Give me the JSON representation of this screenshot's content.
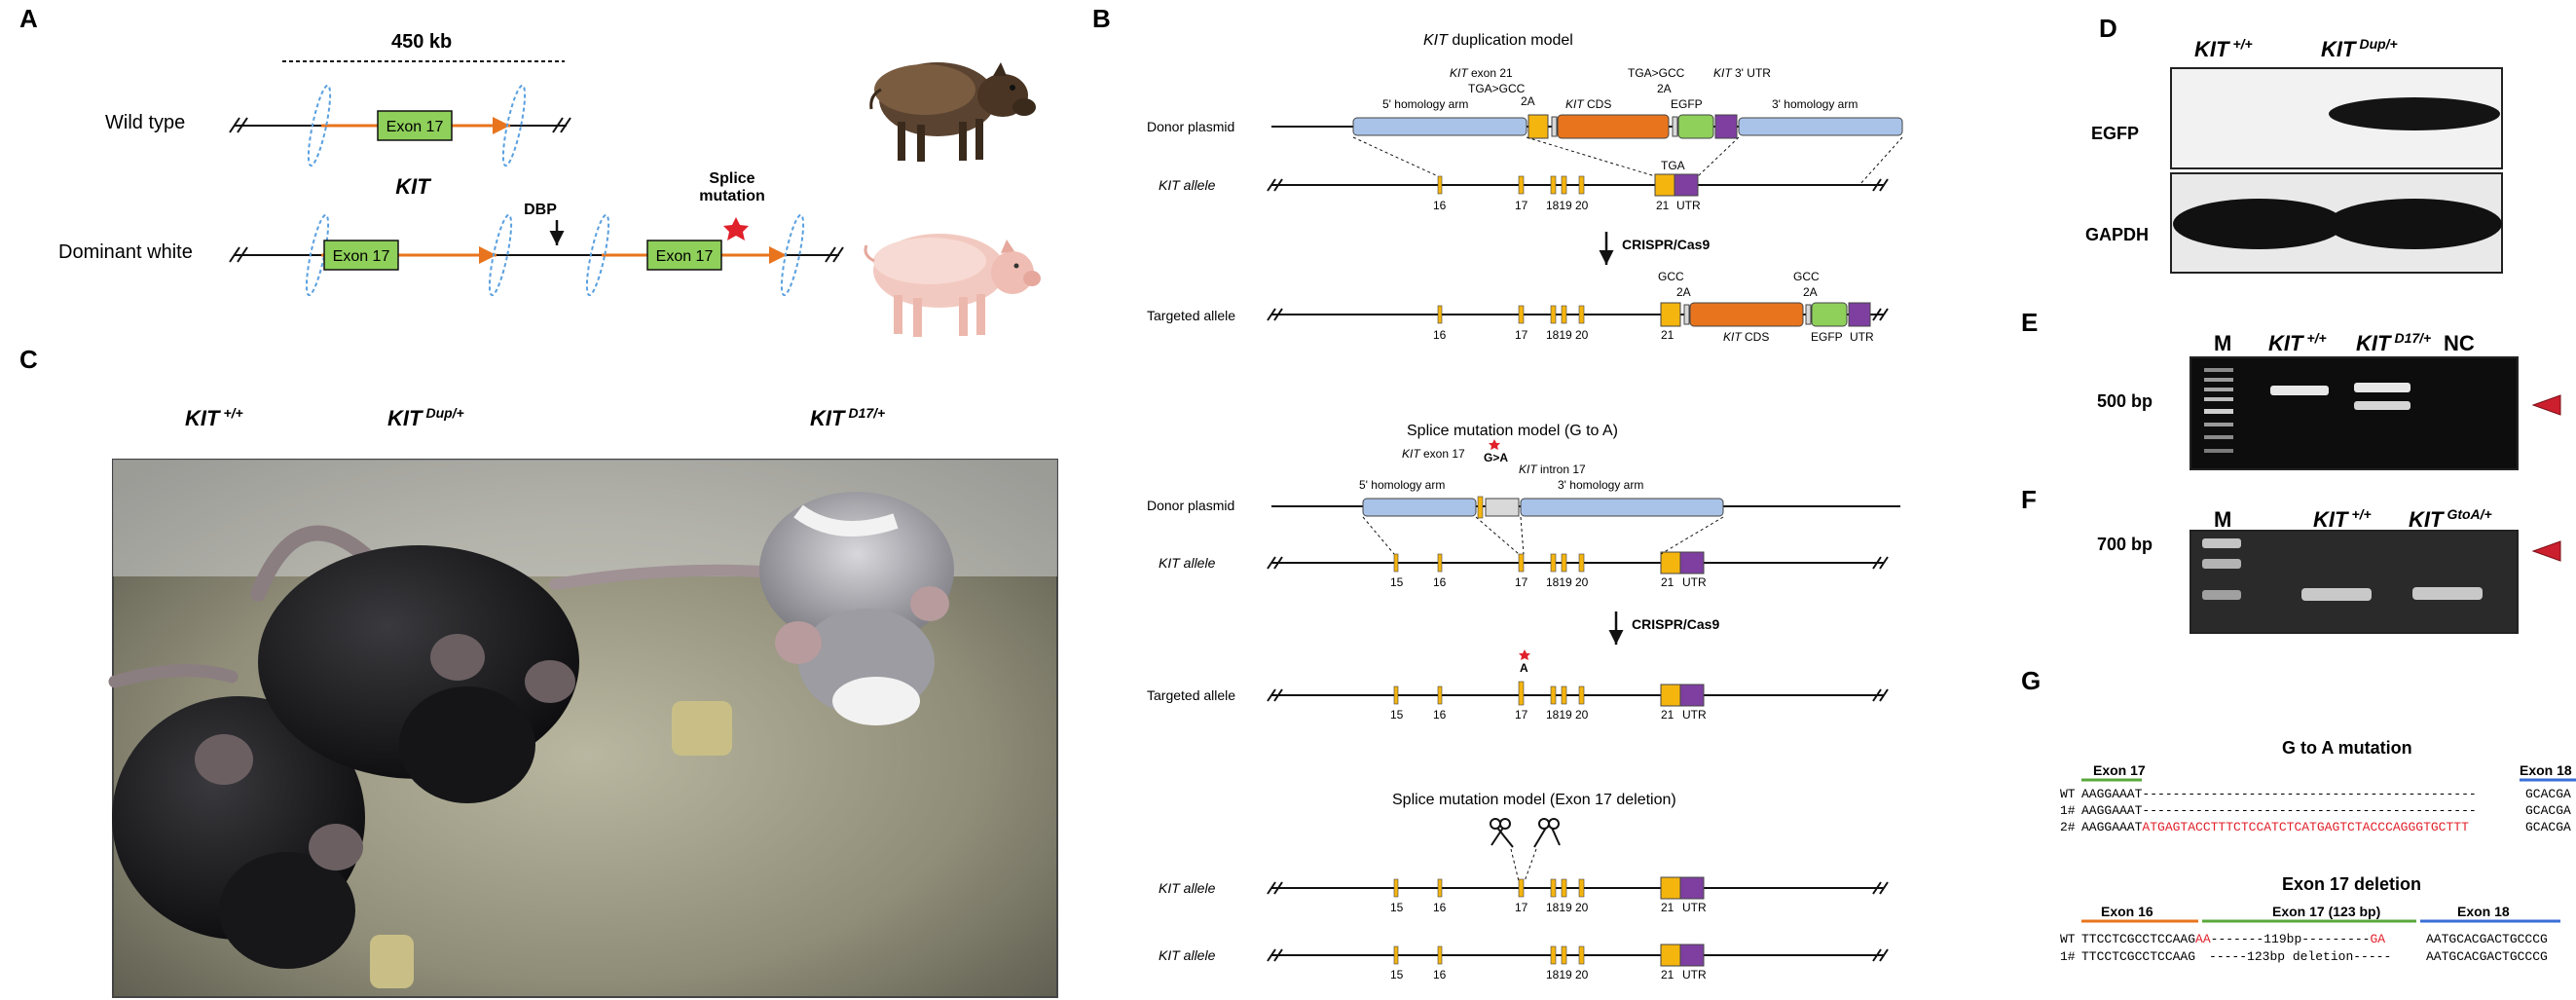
{
  "colors": {
    "exon": "#8ed05a",
    "arrow": "#e8741e",
    "loxp": "#5aa0e0",
    "homology_arm": "#a9c3e8",
    "kit_exon": "#f5b50f",
    "utr": "#7e3fa0",
    "kit_cds": "#e8741e",
    "egfp": "#8ed05a",
    "red_mark": "#e0202a",
    "gel_bg": "#0d0d0d",
    "wb_bg": "#f2f2f2"
  },
  "panel_a": {
    "label": "A",
    "scale": "450 kb",
    "wild_type": "Wild type",
    "exon_label": "Exon 17",
    "gene": "KIT",
    "dominant_white": "Dominant white",
    "dbp": "DBP",
    "splice1": "Splice",
    "splice2": "mutation",
    "boar_icon": "wild-boar-photo",
    "pig_icon": "white-pig-photo"
  },
  "panel_b": {
    "label": "B",
    "dup_title_italic": "KIT",
    "dup_title_rest": " duplication model",
    "donor": "Donor plasmid",
    "kit_allele": "KIT allele",
    "targeted": "Targeted allele",
    "arm5": "5' homology arm",
    "arm3": "3' homology arm",
    "kit_exon21": "KIT exon 21",
    "tga_gcc": "TGA>GCC",
    "two_a": "2A",
    "kit_cds": "KIT CDS",
    "egfp": "EGFP",
    "kit_3utr": "KIT 3' UTR",
    "tga": "TGA",
    "gcc": "GCC",
    "utr": "UTR",
    "crispr": "CRISPR/Cas9",
    "ex15": "15",
    "ex16": "16",
    "ex17": "17",
    "ex1819": "1819",
    "ex20": "20",
    "ex21": "21",
    "sm_title": "Splice mutation model (G to A)",
    "kit_exon17": "KIT exon 17",
    "gta": "G>A",
    "kit_intron17": "KIT intron 17",
    "a_letter": "A",
    "del_title": "Splice mutation model (Exon 17 deletion)",
    "scissors": "scissors-icon"
  },
  "panel_c": {
    "label": "C",
    "wt": "KIT",
    "wt_sup": "+/+",
    "dup": "KIT",
    "dup_sup": "Dup/+",
    "d17": "KIT",
    "d17_sup": "D17/+",
    "photo": "three-mice-photo"
  },
  "panel_d": {
    "label": "D",
    "wt": "KIT",
    "wt_sup": "+/+",
    "dup": "KIT",
    "dup_sup": "Dup/+",
    "egfp": "EGFP",
    "gapdh": "GAPDH"
  },
  "panel_e": {
    "label": "E",
    "m": "M",
    "wt": "KIT",
    "wt_sup": "+/+",
    "d17": "KIT",
    "d17_sup": "D17/+",
    "nc": "NC",
    "size": "500 bp"
  },
  "panel_f": {
    "label": "F",
    "m": "M",
    "wt": "KIT",
    "wt_sup": "+/+",
    "gtoa": "KIT",
    "gtoa_sup": "GtoA/+",
    "size": "700 bp"
  },
  "panel_g": {
    "label": "G",
    "title1": "G to A mutation",
    "exon17": "Exon 17",
    "exon18": "Exon 18",
    "r1_id": "WT",
    "r1_a": "AAGGAAAT",
    "r1_dash": "--------------------------------------------",
    "r1_b": "GCACGA",
    "r2_id": "1#",
    "r2_a": "AAGGAAAT",
    "r2_dash": "--------------------------------------------",
    "r2_b": "GCACGA",
    "r3_id": "2#",
    "r3_a": "AAGGAAAT",
    "r3_red": "ATGAGTACCTTTCTCCATCTCATGAGTCTACCCAGGGTGCTTT",
    "r3_b": "GCACGA",
    "title2": "Exon 17 deletion",
    "exon16": "Exon 16",
    "exon17_123": "Exon 17 (123 bp)",
    "d1_id": "WT",
    "d1_a": "TTCCTCGCCTCCAAG",
    "d1_red1": "AA",
    "d1_mid": "-------119bp---------",
    "d1_red2": "GA",
    "d1_b": "AATGCACGACTGCCCG",
    "d2_id": "1#",
    "d2_a": "TTCCTCGCCTCCAAG",
    "d2_mid": "-----123bp deletion-----",
    "d2_b": "AATGCACGACTGCCCG"
  }
}
